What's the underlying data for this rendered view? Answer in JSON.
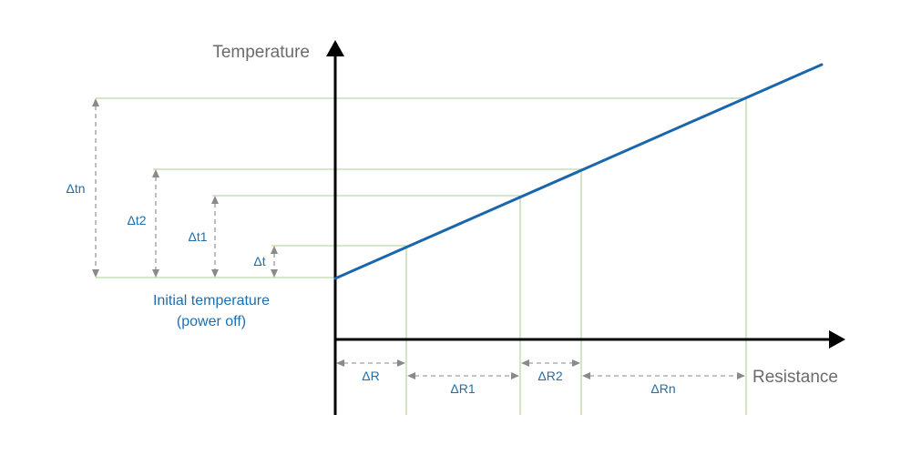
{
  "diagram": {
    "y_axis_label": "Temperature",
    "x_axis_label": "Resistance",
    "initial_note_line1": "Initial temperature",
    "initial_note_line2": "(power off)",
    "temperature_deltas": [
      "Δt",
      "Δt1",
      "Δt2",
      "Δtn"
    ],
    "resistance_deltas": [
      "ΔR",
      "ΔR1",
      "ΔR2",
      "ΔRn"
    ],
    "colors": {
      "line": "#1a66ad",
      "guides": "#b9d9a9",
      "dimension_arrows": "#8a8a8a",
      "axes": "#000000",
      "delta_text": "#1d6fb0",
      "axis_text": "#6b6b6b"
    }
  }
}
